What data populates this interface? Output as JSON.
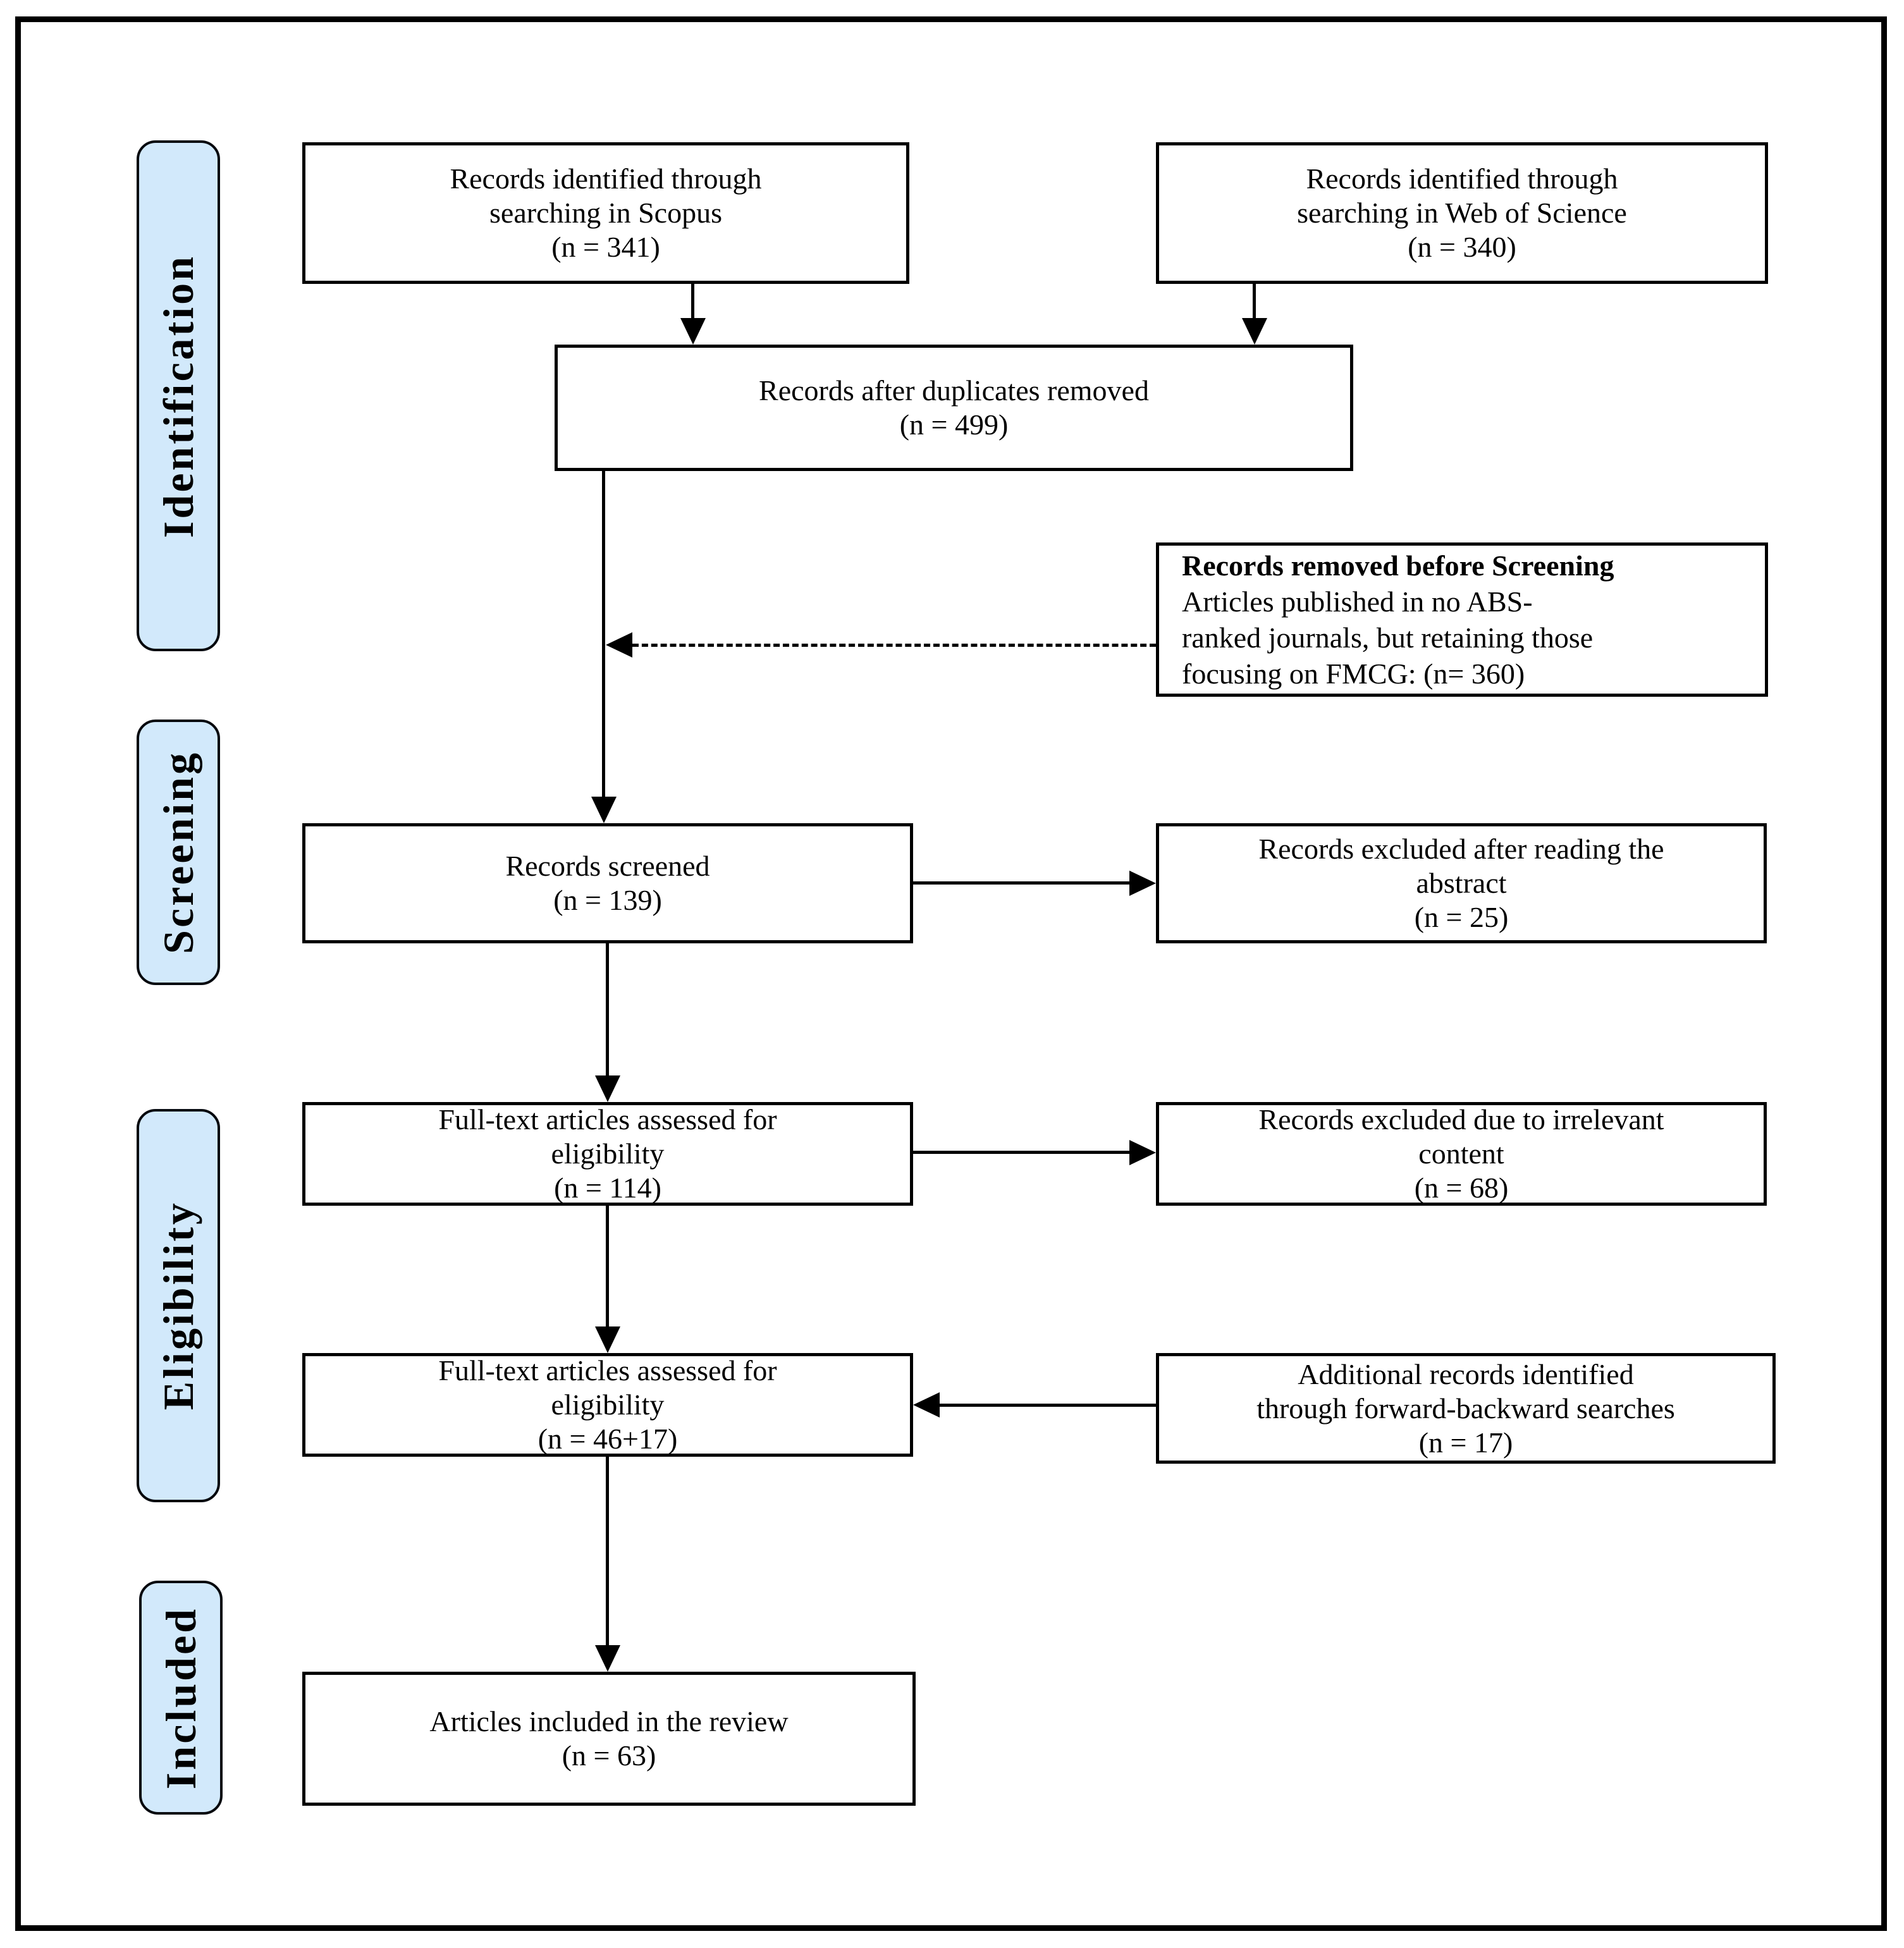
{
  "diagram": {
    "title": "PRISMA literature review flow diagram",
    "colors": {
      "stage_fill": "#d2e9fb",
      "stage_border": "#04070d",
      "box_border": "#000000",
      "arrow": "#000000",
      "background": "#ffffff"
    },
    "stages": [
      {
        "label": "Identification"
      },
      {
        "label": "Screening"
      },
      {
        "label": "Eligibility"
      },
      {
        "label": "Included"
      }
    ],
    "boxes": {
      "scopus": {
        "lines": [
          "Records identified through",
          "searching in Scopus",
          "(n = 341)"
        ]
      },
      "wos": {
        "lines": [
          "Records identified through",
          "searching in Web of Science",
          "(n = 340)"
        ]
      },
      "duplicates": {
        "lines": [
          "Records after duplicates removed",
          "(n = 499)"
        ]
      },
      "removed_before_screening": {
        "title": "Records removed before Screening",
        "lines": [
          "Articles published in no ABS-",
          "ranked journals, but retaining those",
          "focusing on FMCG: (n= 360)"
        ]
      },
      "screened": {
        "lines": [
          "Records screened",
          "(n = 139)"
        ]
      },
      "excluded_abstract": {
        "lines": [
          "Records excluded after reading the",
          "abstract",
          "(n = 25)"
        ]
      },
      "fulltext_first": {
        "lines": [
          "Full-text articles assessed for",
          "eligibility",
          "(n = 114)"
        ]
      },
      "excluded_irrelevant": {
        "lines": [
          "Records excluded due to irrelevant",
          "content",
          "(n = 68)"
        ]
      },
      "fulltext_second": {
        "lines": [
          "Full-text articles assessed for",
          "eligibility",
          "(n = 46+17)"
        ]
      },
      "additional_records": {
        "lines": [
          "Additional records identified",
          "through forward-backward searches",
          "(n = 17)"
        ]
      },
      "included_review": {
        "lines": [
          "Articles included in the review",
          "(n = 63)"
        ]
      }
    }
  }
}
